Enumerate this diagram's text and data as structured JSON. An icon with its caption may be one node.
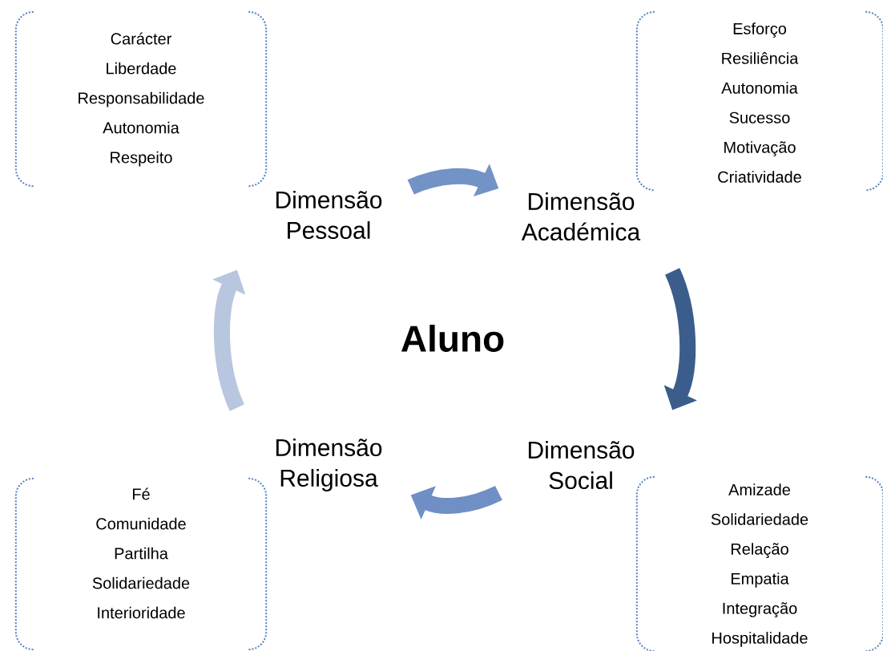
{
  "diagram": {
    "nodes": [
      {
        "text": [
          "Dimensão Pessoal"
        ]
      },
      {
        "text": [
          "Dimensão Académica"
        ]
      },
      {
        "text": [
          "Dimensão Social"
        ]
      },
      {
        "text": [
          "Dimensão Religiosa"
        ]
      },
      {
        "text": [
          "Aluno"
        ]
      },
      {
        "text": [
          "Carácter",
          "Liberdade",
          "Responsabilidade",
          "Autonomia",
          "Respeito"
        ]
      },
      {
        "text": [
          "Esforço",
          "Resiliência",
          "Autonomia",
          "Sucesso",
          "Motivação",
          "Criatividade"
        ]
      },
      {
        "text": [
          "Fé",
          "Comunidade",
          "Partilha",
          "Solidariedade",
          "Interioridade"
        ]
      },
      {
        "text": [
          "Amizade",
          "Solidariedade",
          "Relação",
          "Empatia",
          "Integração",
          "Hospitalidade"
        ]
      }
    ],
    "edges": [
      {
        "from": 0,
        "to": 1,
        "arrow": "to",
        "color": "#7393c6"
      },
      {
        "from": 1,
        "to": 2,
        "arrow": "to",
        "color": "#3b5d8c"
      },
      {
        "from": 2,
        "to": 3,
        "arrow": "to",
        "color": "#6f8fc5"
      },
      {
        "from": 3,
        "to": 0,
        "arrow": "to",
        "color": "#b8c6df"
      }
    ]
  }
}
